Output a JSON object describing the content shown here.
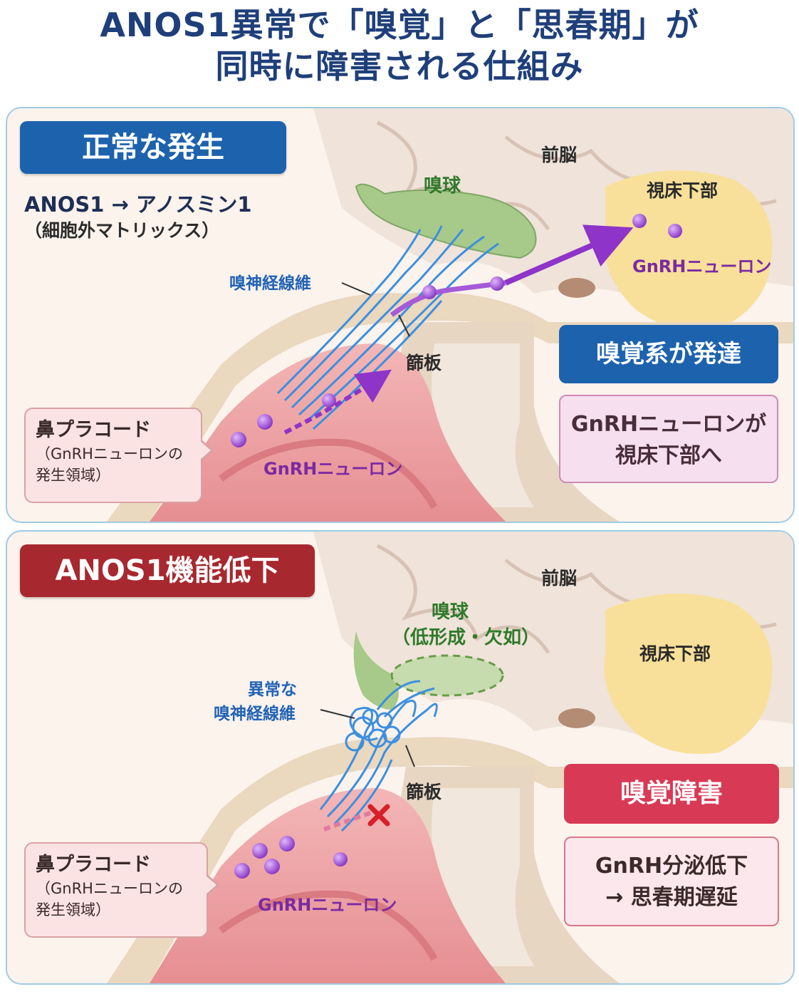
{
  "title": {
    "line1": "ANOS1異常で「嗅覚」と「思春期」が",
    "line2": "同時に障害される仕組み"
  },
  "normal": {
    "badge": "正常な発生",
    "anos_line": "ANOS1 → アノスミン1",
    "anos_sub": "（細胞外マトリックス）",
    "forebrain": "前脳",
    "olfactory_bulb": "嗅球",
    "hypothalamus": "視床下部",
    "gnrh_top": "GnRHニューロン",
    "olfactory_fibers": "嗅神経線維",
    "cribriform": "篩板",
    "placode_main": "鼻プラコード",
    "placode_sub1": "（GnRHニューロンの",
    "placode_sub2": "発生領域）",
    "gnrh_bottom": "GnRHニューロン",
    "result_title": "嗅覚系が発達",
    "result_line1": "GnRHニューロンが",
    "result_line2": "視床下部へ"
  },
  "abnormal": {
    "badge": "ANOS1機能低下",
    "forebrain": "前脳",
    "olfactory_bulb": "嗅球",
    "olfactory_bulb_sub": "（低形成・欠如）",
    "hypothalamus": "視床下部",
    "fibers_line1": "異常な",
    "fibers_line2": "嗅神経線維",
    "cribriform": "篩板",
    "placode_main": "鼻プラコード",
    "placode_sub1": "（GnRHニューロンの",
    "placode_sub2": "発生領域）",
    "gnrh_bottom": "GnRHニューロン",
    "result_title": "嗅覚障害",
    "result_line1": "GnRH分泌低下",
    "result_line2": "→ 思春期遅延"
  },
  "colors": {
    "title": "#1f3f7a",
    "badge_blue": "#1d62ad",
    "badge_red": "#a8282f",
    "neuron": "#9b4fd0",
    "fiber": "#3c8fe0",
    "block_x": "#d8202a"
  }
}
